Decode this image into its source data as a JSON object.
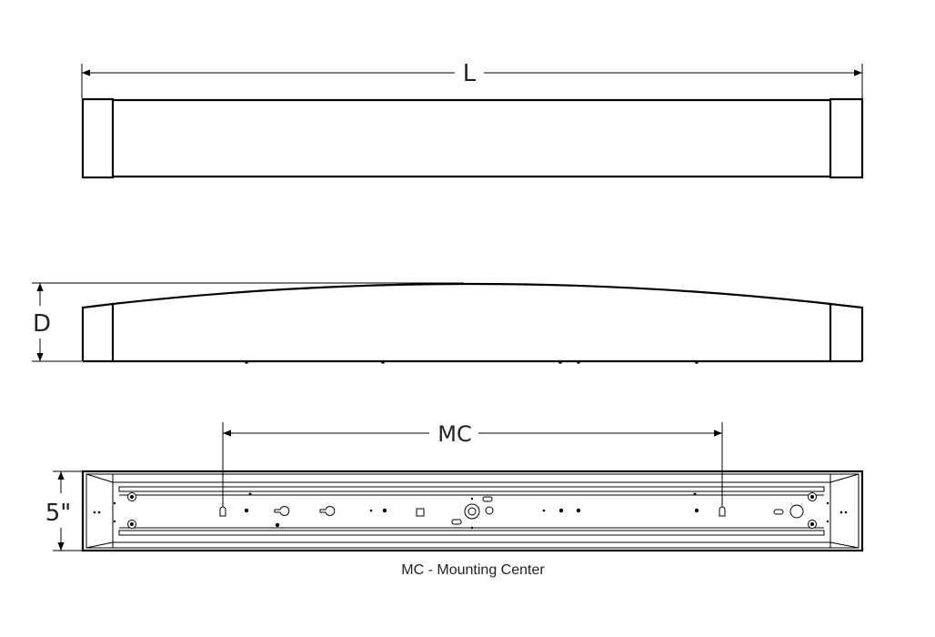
{
  "dimensions": {
    "length_label": "L",
    "depth_label": "D",
    "width_label": "5\"",
    "mounting_label": "MC"
  },
  "caption": "MC - Mounting Center",
  "colors": {
    "line": "#000000",
    "background": "#ffffff",
    "text": "#222222"
  }
}
